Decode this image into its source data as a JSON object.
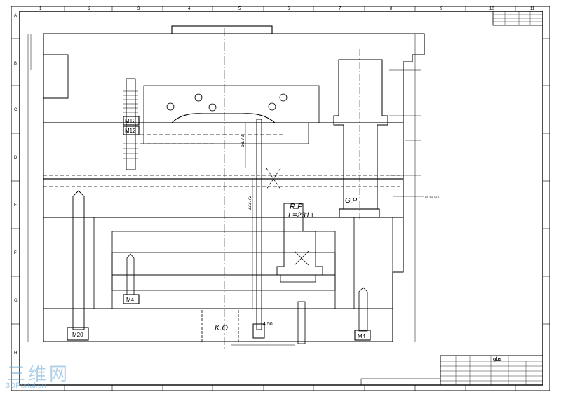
{
  "border": {
    "columns": [
      "1",
      "2",
      "3",
      "4",
      "5",
      "6",
      "7",
      "8",
      "9",
      "10",
      "11"
    ],
    "rows": [
      "A",
      "B",
      "C",
      "D",
      "E",
      "F",
      "G",
      "H"
    ]
  },
  "labels": {
    "m12_top": "M12",
    "m12_bottom": "M12",
    "m20": "M20",
    "m4_left": "M4",
    "m4_right": "M4",
    "ko": "K.O",
    "gp": "G.P",
    "rp_line1": "R.P",
    "rp_line2": "L=231+",
    "dim_53": "53.72",
    "dim_233": "233.72",
    "dim_450": "4.50",
    "pt_tap": "PT 3/8 TAP"
  },
  "title_block": {
    "company": "gbs"
  },
  "watermark": {
    "chinese": "三维网",
    "english": "3DPortal.cn"
  },
  "colors": {
    "line": "#000000",
    "watermark": "#6eaad7"
  }
}
